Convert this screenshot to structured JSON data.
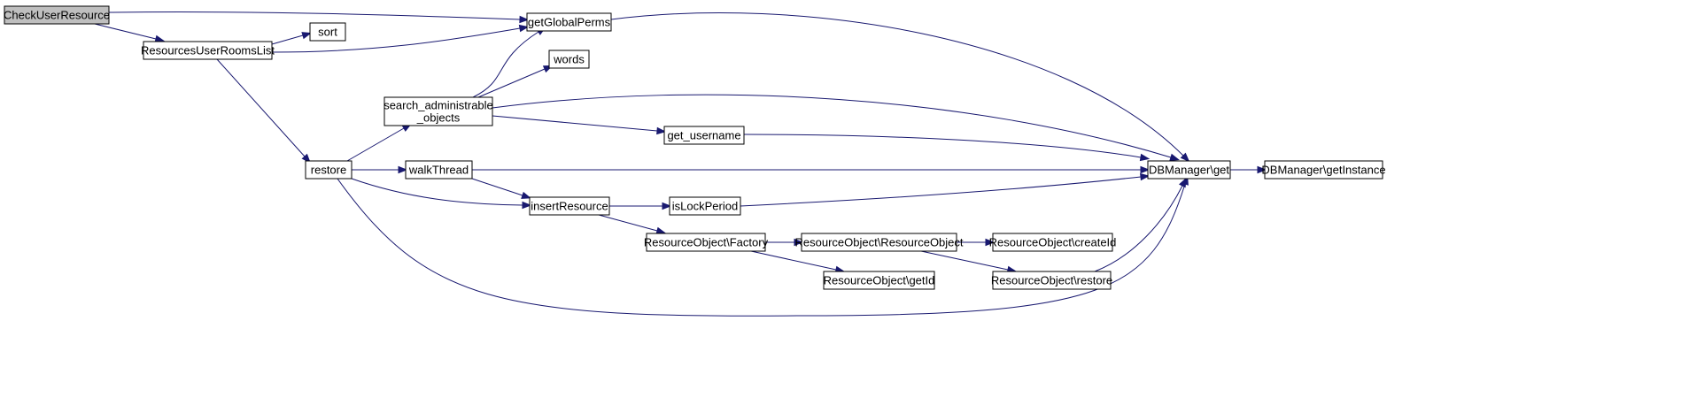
{
  "diagram": {
    "colors": {
      "edge": "#191970",
      "node_border": "#000000",
      "root_fill": "#bfbfbf",
      "node_fill": "#ffffff"
    },
    "nodes": {
      "checkuserresource": {
        "label": "CheckUserResource",
        "root": true
      },
      "getglobalperms": {
        "label": "getGlobalPerms"
      },
      "sort": {
        "label": "sort"
      },
      "resourcesuserroomslist": {
        "label": "ResourcesUserRoomsList"
      },
      "words": {
        "label": "words"
      },
      "search": {
        "label": [
          "search_administrable",
          "_objects"
        ]
      },
      "get_username": {
        "label": "get_username"
      },
      "restore": {
        "label": "restore"
      },
      "walkthread": {
        "label": "walkThread"
      },
      "dbget": {
        "label": "DBManager\\get"
      },
      "dbgetinstance": {
        "label": "DBManager\\getInstance"
      },
      "insertresource": {
        "label": "insertResource"
      },
      "islockperiod": {
        "label": "isLockPeriod"
      },
      "factory": {
        "label": "ResourceObject\\Factory"
      },
      "resourceobject": {
        "label": "ResourceObject\\ResourceObject"
      },
      "createid": {
        "label": "ResourceObject\\createId"
      },
      "getid": {
        "label": "ResourceObject\\getId"
      },
      "rorestore": {
        "label": "ResourceObject\\restore"
      }
    },
    "edges": [
      [
        "checkuserresource",
        "getglobalperms"
      ],
      [
        "checkuserresource",
        "resourcesuserroomslist"
      ],
      [
        "resourcesuserroomslist",
        "sort"
      ],
      [
        "resourcesuserroomslist",
        "getglobalperms"
      ],
      [
        "resourcesuserroomslist",
        "restore"
      ],
      [
        "getglobalperms",
        "dbget"
      ],
      [
        "search",
        "getglobalperms"
      ],
      [
        "search",
        "words"
      ],
      [
        "search",
        "dbget"
      ],
      [
        "search",
        "get_username"
      ],
      [
        "get_username",
        "dbget"
      ],
      [
        "restore",
        "search"
      ],
      [
        "restore",
        "walkthread"
      ],
      [
        "restore",
        "insertresource"
      ],
      [
        "restore",
        "dbget"
      ],
      [
        "walkthread",
        "dbget"
      ],
      [
        "walkthread",
        "insertresource"
      ],
      [
        "insertresource",
        "islockperiod"
      ],
      [
        "insertresource",
        "factory"
      ],
      [
        "islockperiod",
        "dbget"
      ],
      [
        "dbget",
        "dbgetinstance"
      ],
      [
        "factory",
        "resourceobject"
      ],
      [
        "factory",
        "getid"
      ],
      [
        "resourceobject",
        "createid"
      ],
      [
        "resourceobject",
        "rorestore"
      ],
      [
        "rorestore",
        "dbget"
      ]
    ]
  }
}
